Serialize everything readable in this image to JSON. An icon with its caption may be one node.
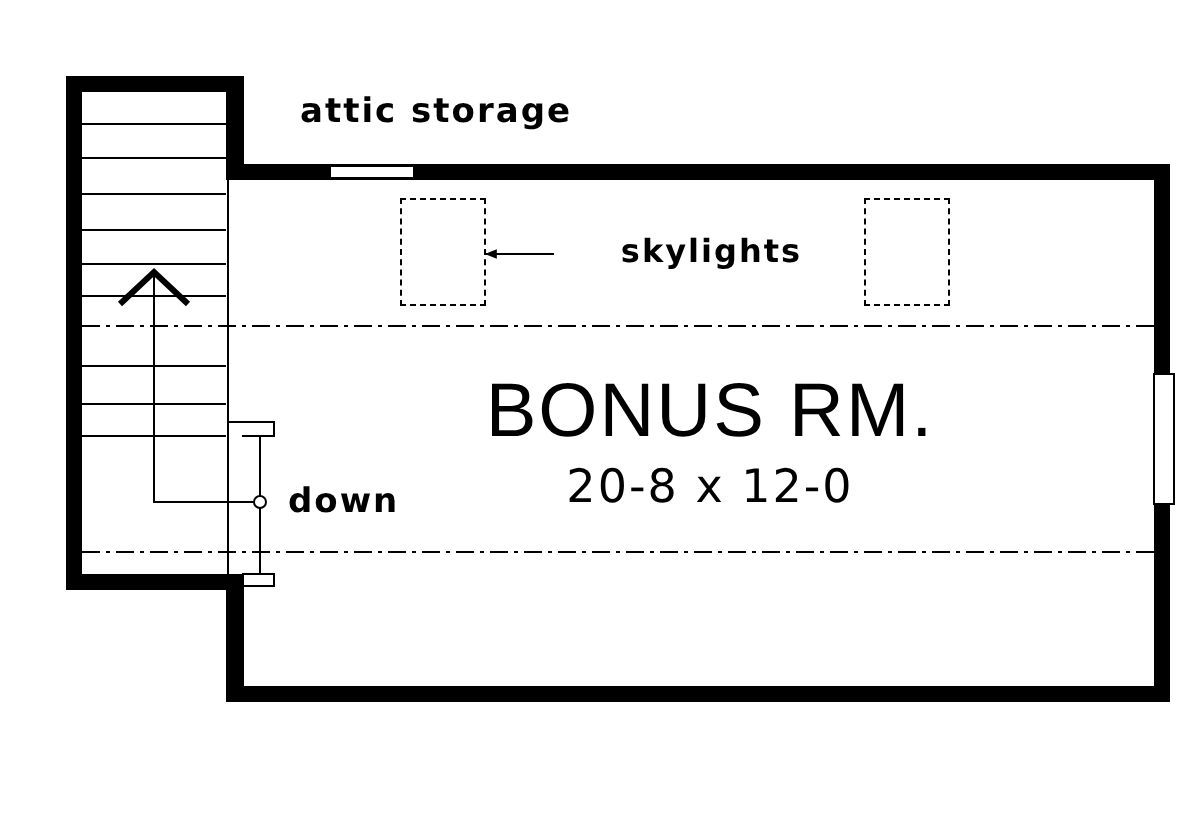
{
  "diagram": {
    "nodes": [
      {
        "text": [
          "BONUS RM.",
          "20-8 x 12-0"
        ]
      },
      {
        "text": [],
        "shape": "box",
        "in": 0
      },
      {
        "text": [
          "skylights"
        ],
        "in": 0
      },
      {
        "text": [],
        "shape": "box",
        "in": 0
      }
    ],
    "edges": [
      {
        "from": 2,
        "to": 1,
        "arrow": "to"
      }
    ],
    "labels": [
      "attic storage",
      "down"
    ]
  }
}
